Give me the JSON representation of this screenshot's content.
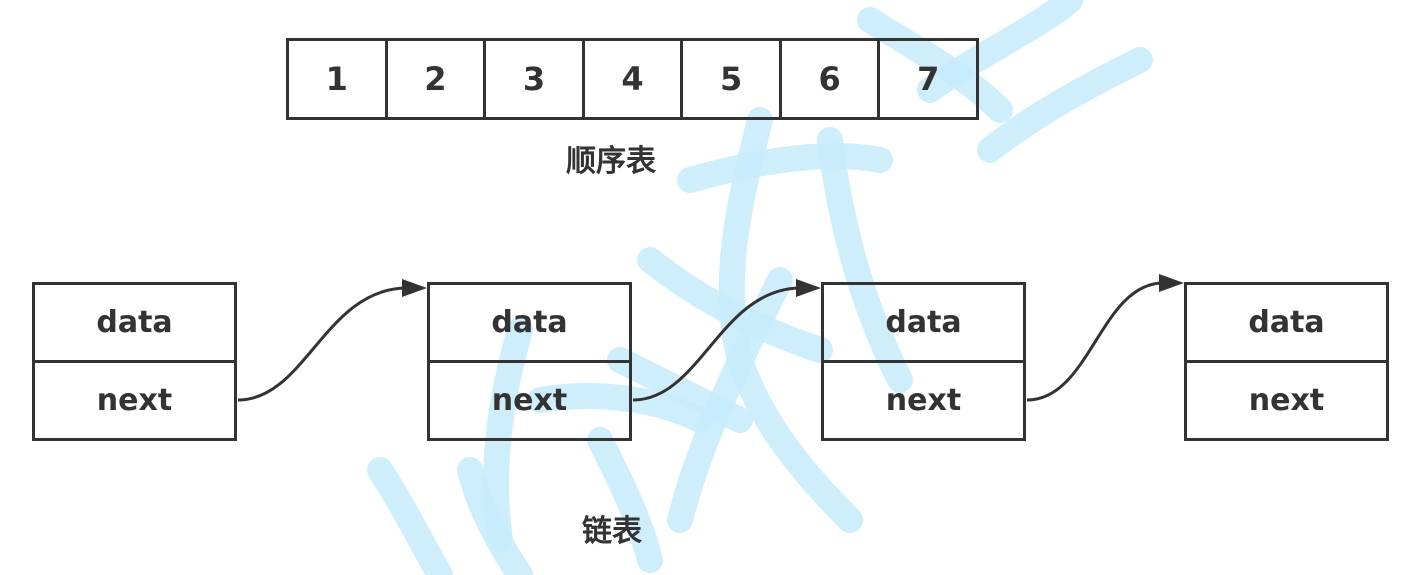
{
  "array": {
    "cells": [
      "1",
      "2",
      "3",
      "4",
      "5",
      "6",
      "7"
    ],
    "caption": "顺序表"
  },
  "linked_list": {
    "nodes": [
      {
        "data_label": "data",
        "next_label": "next"
      },
      {
        "data_label": "data",
        "next_label": "next"
      },
      {
        "data_label": "data",
        "next_label": "next"
      },
      {
        "data_label": "data",
        "next_label": "next"
      }
    ],
    "caption": "链表"
  },
  "colors": {
    "stroke": "#333333",
    "watermark": "#c7ebfb"
  }
}
